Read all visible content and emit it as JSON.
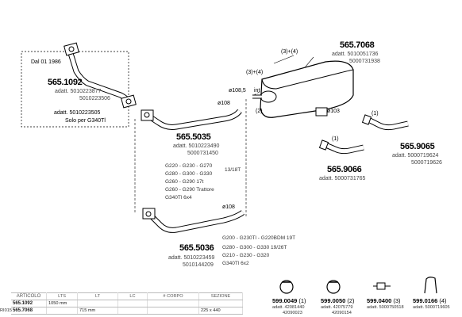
{
  "note_date": "Dal 01 1986",
  "parts": {
    "p1092": {
      "code": "565.1092",
      "adatt": [
        "adatt. 5010223877",
        "5010223506"
      ]
    },
    "g340": {
      "lines": [
        "adatt. 5010223505",
        "Solo per G340Tl"
      ]
    },
    "p5035": {
      "code": "565.5035",
      "adatt": [
        "adatt. 5010223490",
        "5000731450"
      ],
      "models": [
        "G220 - G230 - G270",
        "G280 - G300 - G330",
        "G260 - G290  17t",
        "G260 - G290  Trattore",
        "G340Tl  6x4"
      ],
      "spec": "13/18T"
    },
    "p5036": {
      "code": "565.5036",
      "adatt": [
        "adatt. 5010223459",
        "5010144209"
      ],
      "models": [
        "G200 - G230Tl - G220BDM  19T",
        "G280 - G300 - G330  19/26T",
        "G210 - G230 - G320",
        "G340Tl  6x2"
      ]
    },
    "p7068": {
      "code": "565.7068",
      "adatt": [
        "adatt. 5010051736",
        "5000731938"
      ]
    },
    "p9065": {
      "code": "565.9065",
      "adatt": [
        "adatt. 5000719624",
        "5000719626"
      ]
    },
    "p9066": {
      "code": "565.9066",
      "adatt": [
        "adatt. 5000731765"
      ]
    }
  },
  "callouts": {
    "c34a": "(3)+(4)",
    "c34b": "(3)+(4)",
    "c2": "(2)",
    "c1a": "(1)",
    "c1b": "(1)",
    "d108_5": "ø108,5",
    "int": "int",
    "d108a": "ø108",
    "d108b": "ø108",
    "d103": "ø103"
  },
  "accessories": [
    {
      "code": "599.0049",
      "qty": "(1)",
      "refs": [
        "adatt. 42081440",
        "42090023"
      ]
    },
    {
      "code": "599.0050",
      "qty": "(2)",
      "refs": [
        "adatt. 42075779",
        "42090154"
      ]
    },
    {
      "code": "599.0400",
      "qty": "(3)",
      "refs": [
        "adatt. 5000750518"
      ]
    },
    {
      "code": "599.0166",
      "qty": "(4)",
      "refs": [
        "adatt. 5000719605"
      ]
    }
  ],
  "table": {
    "side_label": "RI015",
    "headers": [
      "ARTICOLO",
      "LTS",
      "LT",
      "LC",
      "# CORPO",
      "SEZIONE"
    ],
    "rows": [
      [
        "565.1092",
        "1050  mm",
        "",
        "",
        "",
        ""
      ],
      [
        "565.7068",
        "",
        "715  mm",
        "",
        "",
        "225 x 440"
      ]
    ]
  }
}
